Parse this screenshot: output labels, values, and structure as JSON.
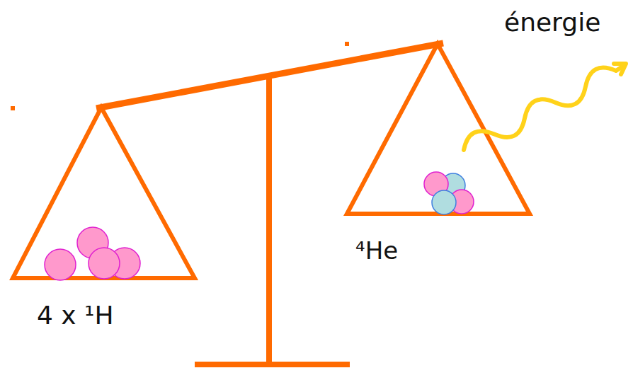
{
  "diagram": {
    "labels": [
      "énergie",
      "⁴He",
      "4 x ¹H"
    ]
  }
}
